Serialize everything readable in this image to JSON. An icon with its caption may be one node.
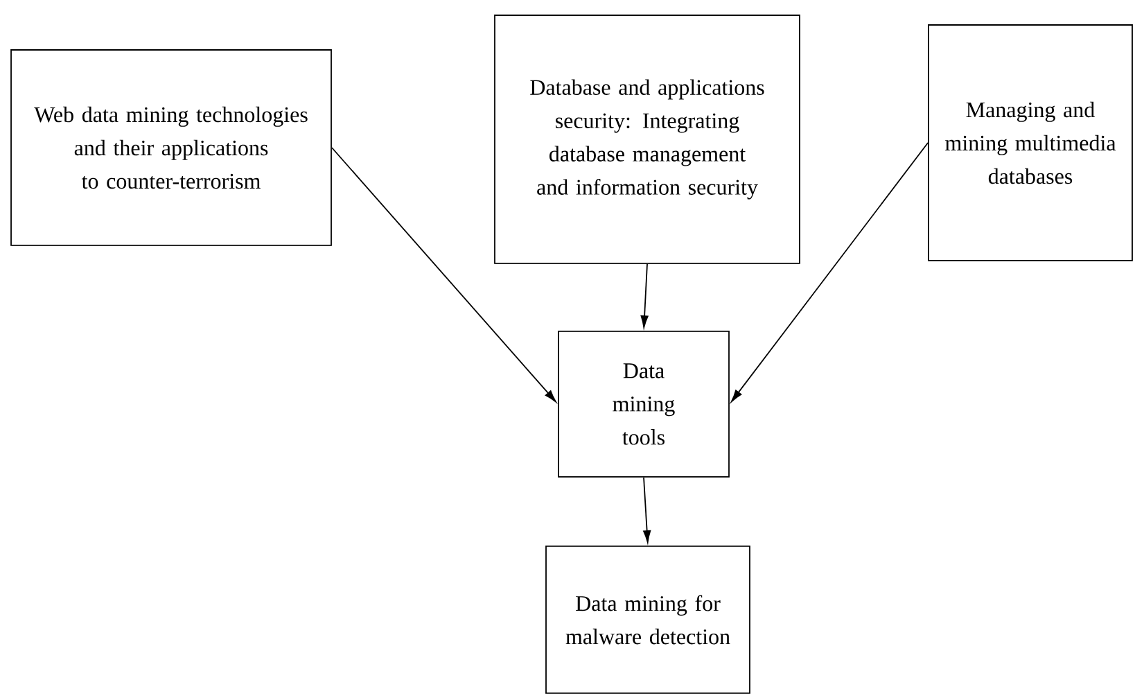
{
  "diagram": {
    "nodes": [
      {
        "text": [
          "Web data mining technologies and their applications to counter-terrorism"
        ]
      },
      {
        "text": [
          "Database and applications security: Integrating database management and information security"
        ]
      },
      {
        "text": [
          "Managing and mining multimedia databases"
        ]
      },
      {
        "text": [
          "Data mining tools"
        ]
      },
      {
        "text": [
          "Data mining for malware detection"
        ]
      }
    ],
    "edges": [
      {
        "from": 0,
        "to": 3,
        "arrow": "to"
      },
      {
        "from": 1,
        "to": 3,
        "arrow": "to"
      },
      {
        "from": 2,
        "to": 3,
        "arrow": "to"
      },
      {
        "from": 3,
        "to": 4,
        "arrow": "to"
      }
    ]
  }
}
